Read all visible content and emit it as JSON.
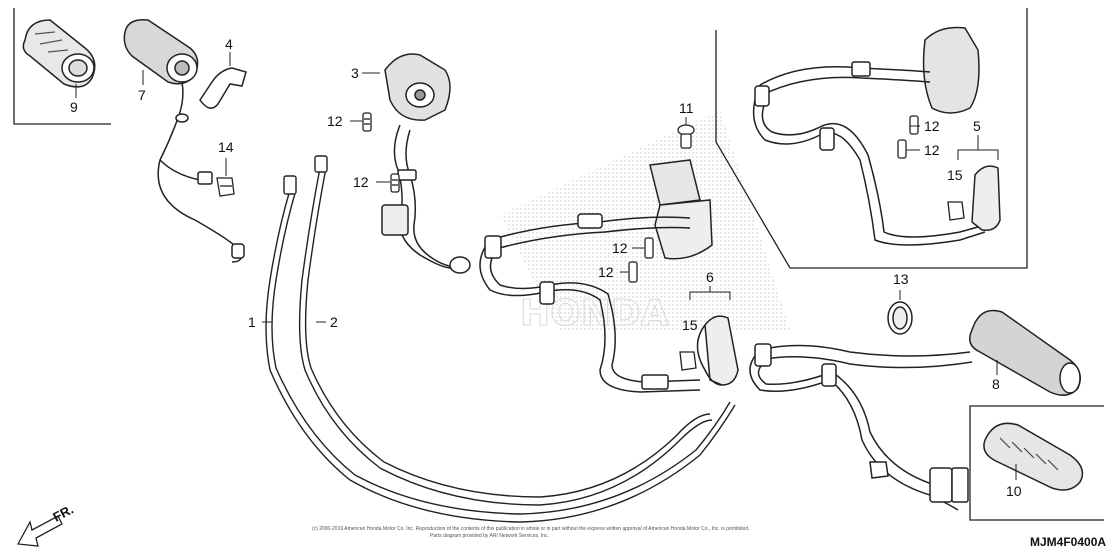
{
  "diagram": {
    "drawing_code": "MJM4F0400A",
    "direction_marker": "FR.",
    "copyright_line1": "(c) 2000-2019 American Honda Motor Co. Inc. Reproduction of the contents of this publication in whole or in part without the express written approval of American Honda Motor Co., Inc. is prohibited.",
    "copyright_line2": "Parts diagram provided by ARI Network Services, Inc.",
    "watermark": "HONDA",
    "callouts": {
      "c1": "1",
      "c2": "2",
      "c3": "3",
      "c4": "4",
      "c5": "5",
      "c6": "6",
      "c7": "7",
      "c8": "8",
      "c9": "9",
      "c10": "10",
      "c11": "11",
      "c12a": "12",
      "c12b": "12",
      "c12c": "12",
      "c12d": "12",
      "c12e": "12",
      "c12f": "12",
      "c13": "13",
      "c14": "14",
      "c15a": "15",
      "c15b": "15"
    }
  }
}
